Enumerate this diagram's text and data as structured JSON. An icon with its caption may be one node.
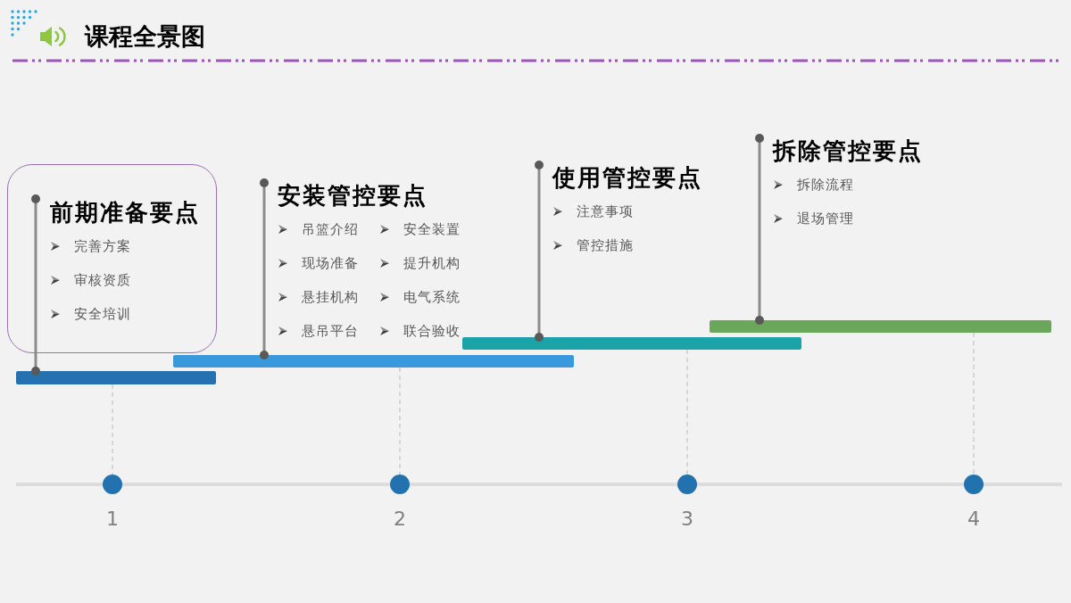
{
  "diagram": {
    "title": "课程全景图",
    "nodes": [
      {
        "text": [],
        "shape": "box"
      },
      {
        "text": [
          "前期准备要点",
          "完善方案",
          "审核资质",
          "安全培训"
        ],
        "in": 0
      },
      {
        "text": [
          "安装管控要点",
          "吊篮介绍",
          "现场准备",
          "悬挂机构",
          "悬吊平台",
          "安全装置",
          "提升机构",
          "电气系统",
          "联合验收"
        ]
      },
      {
        "text": [
          "使用管控要点",
          "注意事项",
          "管控措施"
        ]
      },
      {
        "text": [
          "拆除管控要点",
          "拆除流程",
          "退场管理"
        ]
      },
      {
        "text": [],
        "shape": "bar"
      },
      {
        "text": [],
        "shape": "bar"
      },
      {
        "text": [],
        "shape": "bar"
      },
      {
        "text": [],
        "shape": "bar"
      },
      {
        "text": [],
        "shape": "circle",
        "beside": [
          "1"
        ]
      },
      {
        "text": [],
        "shape": "circle",
        "beside": [
          "2"
        ]
      },
      {
        "text": [],
        "shape": "circle",
        "beside": [
          "3"
        ]
      },
      {
        "text": [],
        "shape": "circle",
        "beside": [
          "4"
        ]
      }
    ],
    "edges": [
      {
        "from": 1,
        "to": 5,
        "arrow": "other"
      },
      {
        "from": 2,
        "to": 6,
        "arrow": "other"
      },
      {
        "from": 3,
        "to": 7,
        "arrow": "other"
      },
      {
        "from": 4,
        "to": 8,
        "arrow": "other"
      },
      {
        "from": 5,
        "to": 9,
        "arrow": "none",
        "style": "dashed",
        "color": "#d6d6d6"
      },
      {
        "from": 6,
        "to": 10,
        "arrow": "none",
        "style": "dashed",
        "color": "#d6d6d6"
      },
      {
        "from": 7,
        "to": 11,
        "arrow": "none",
        "style": "dashed",
        "color": "#d6d6d6"
      },
      {
        "from": 8,
        "to": 12,
        "arrow": "none",
        "style": "dashed",
        "color": "#d6d6d6"
      }
    ]
  }
}
